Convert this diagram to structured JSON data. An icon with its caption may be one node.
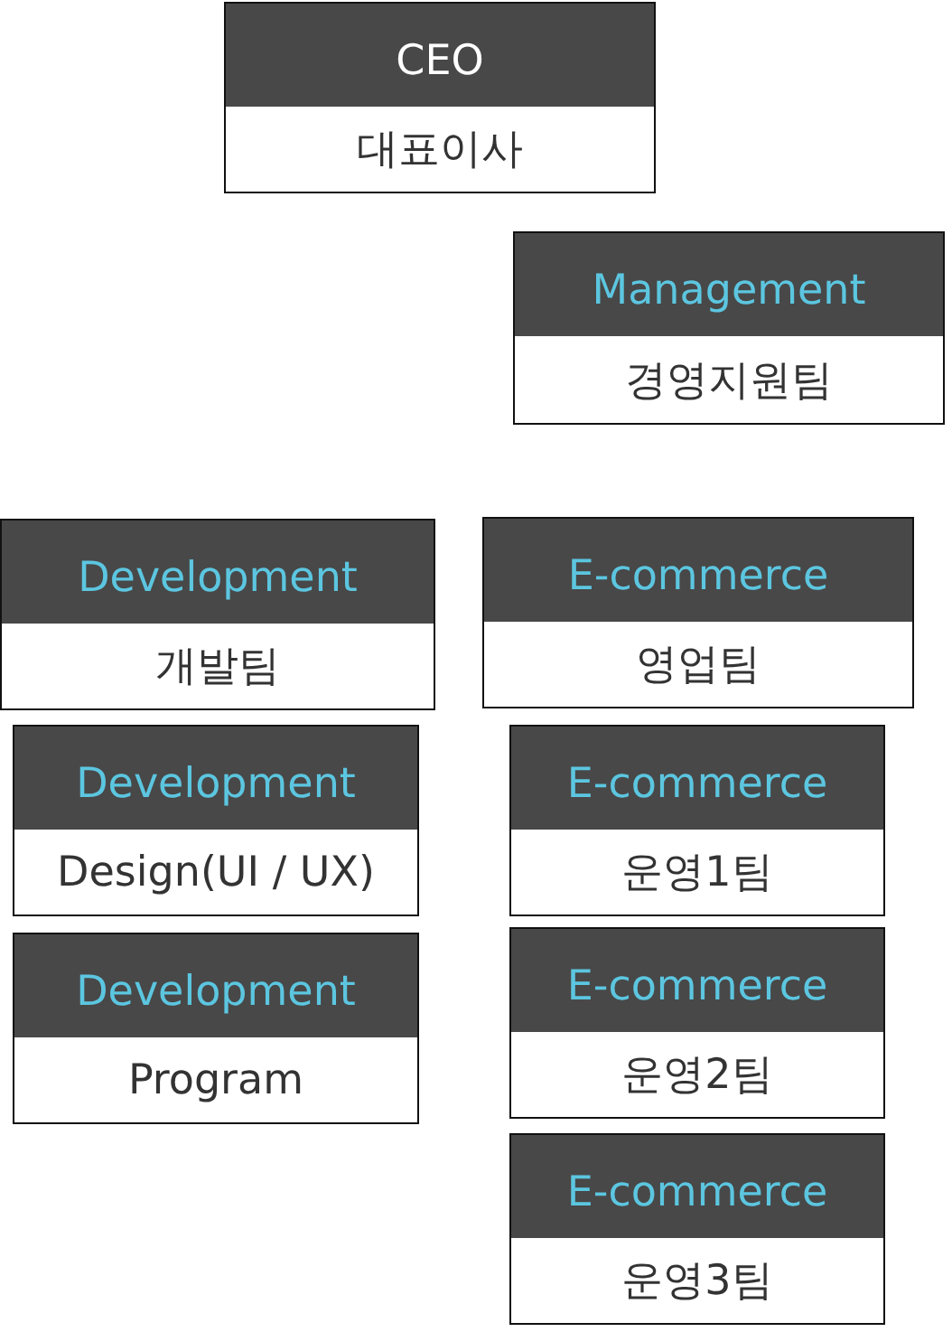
{
  "diagram": {
    "nodes": [
      {
        "text": [
          "CEO",
          "대표이사"
        ]
      },
      {
        "text": [
          "Management",
          "경영지원팀"
        ]
      },
      {
        "text": [
          "Development",
          "개발팀"
        ]
      },
      {
        "text": [
          "E-commerce",
          "영업팀"
        ]
      },
      {
        "text": [
          "Development",
          "Design(UI / UX)"
        ]
      },
      {
        "text": [
          "E-commerce",
          "운영1팀"
        ]
      },
      {
        "text": [
          "Development",
          "Program"
        ]
      },
      {
        "text": [
          "E-commerce",
          "운영2팀"
        ]
      },
      {
        "text": [
          "E-commerce",
          "운영3팀"
        ]
      }
    ]
  }
}
